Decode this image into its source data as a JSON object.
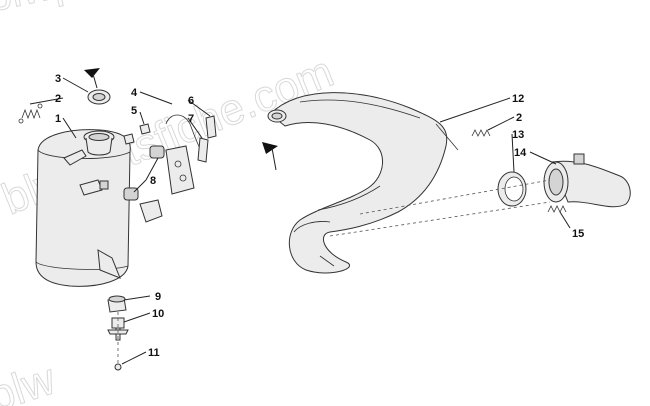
{
  "watermark": "blwpartsfiche.com",
  "watermark_top": "blwpartsfiche",
  "watermark_bottom": "blw",
  "callouts": [
    "1",
    "2",
    "3",
    "4",
    "5",
    "6",
    "7",
    "8",
    "9",
    "10",
    "11",
    "12",
    "2",
    "13",
    "14",
    "15"
  ]
}
